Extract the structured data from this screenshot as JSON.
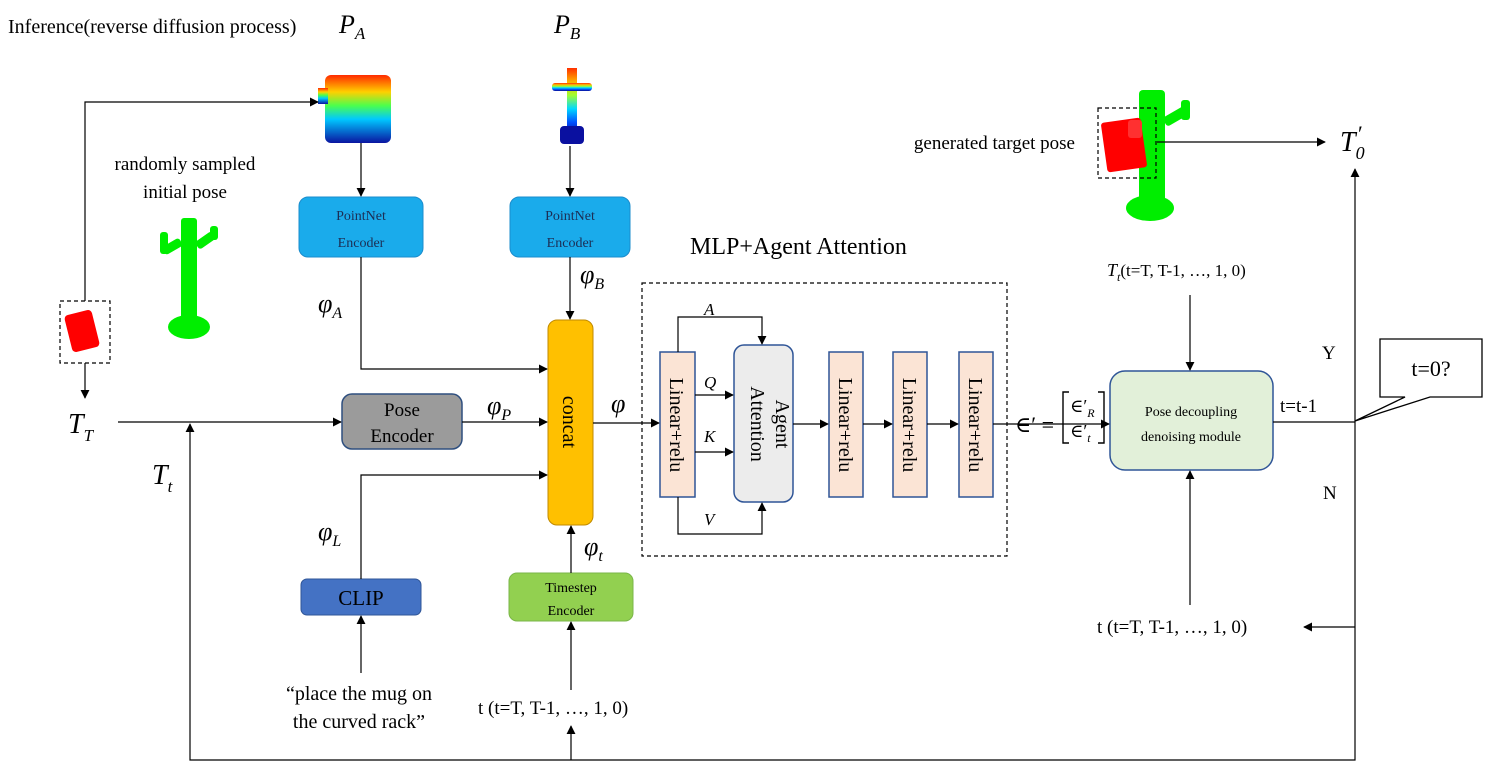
{
  "title": "Inference(reverse diffusion process)",
  "labels": {
    "pa": "P",
    "pa_sub": "A",
    "pb": "P",
    "pb_sub": "B",
    "random_pose_line1": "randomly sampled",
    "random_pose_line2": "initial pose",
    "generated_target": "generated target pose",
    "t0_prime": "T",
    "t0_prime_sub": "0",
    "t0_prime_mark": "′",
    "tt_cap": "T",
    "tt_cap_sub": "T",
    "t_t": "T",
    "t_t_sub": "t",
    "phi_a": "φ",
    "phi_a_sub": "A",
    "phi_b": "φ",
    "phi_b_sub": "B",
    "phi_p": "φ",
    "phi_p_sub": "P",
    "phi_l": "φ",
    "phi_l_sub": "L",
    "phi_t": "φ",
    "phi_t_sub": "t",
    "phi": "φ",
    "mlp_title": "MLP+Agent Attention",
    "a": "A",
    "q": "Q",
    "k": "K",
    "v": "V",
    "eps_lhs": "∈′ =",
    "eps_r": "∈′",
    "eps_r_sub": "R",
    "eps_t": "∈′",
    "eps_t_sub": "t",
    "tt_range_top_t": "T",
    "tt_range_top_sub": "t",
    "tt_range_top": "(t=T, T-1, …, 1, 0)",
    "t_range_right": "t (t=T, T-1, …, 1, 0)",
    "t_range_bottom": "t (t=T, T-1, …, 1, 0)",
    "instruction_line1": "“place the mug on",
    "instruction_line2": "the curved rack”",
    "y_label": "Y",
    "n_label": "N",
    "t_update": "t=t-1",
    "callout": "t=0?"
  },
  "blocks": {
    "pointnet_a_line1": "PointNet",
    "pointnet_a_line2": "Encoder",
    "pointnet_b_line1": "PointNet",
    "pointnet_b_line2": "Encoder",
    "pose_enc_line1": "Pose",
    "pose_enc_line2": "Encoder",
    "clip": "CLIP",
    "timestep_line1": "Timestep",
    "timestep_line2": "Encoder",
    "concat": "concat",
    "linear1": "Linear+relu",
    "agent_attn_line1": "Agent",
    "agent_attn_line2": "Attention",
    "linear2": "Linear+relu",
    "linear3": "Linear+relu",
    "linear4": "Linear+relu",
    "denoise_line1": "Pose decoupling",
    "denoise_line2": "denoising module"
  },
  "colors": {
    "pointnet": "#1aabeb",
    "pose_encoder": "#9b9b9b",
    "clip": "#4472c4",
    "timestep": "#92d050",
    "concat": "#ffc000",
    "linear": "#fbe4d5",
    "linear_border": "#2f5597",
    "agent": "#ececec",
    "denoise": "#e2f0d9",
    "mug": "#ff0000",
    "rack": "#00ee00"
  }
}
